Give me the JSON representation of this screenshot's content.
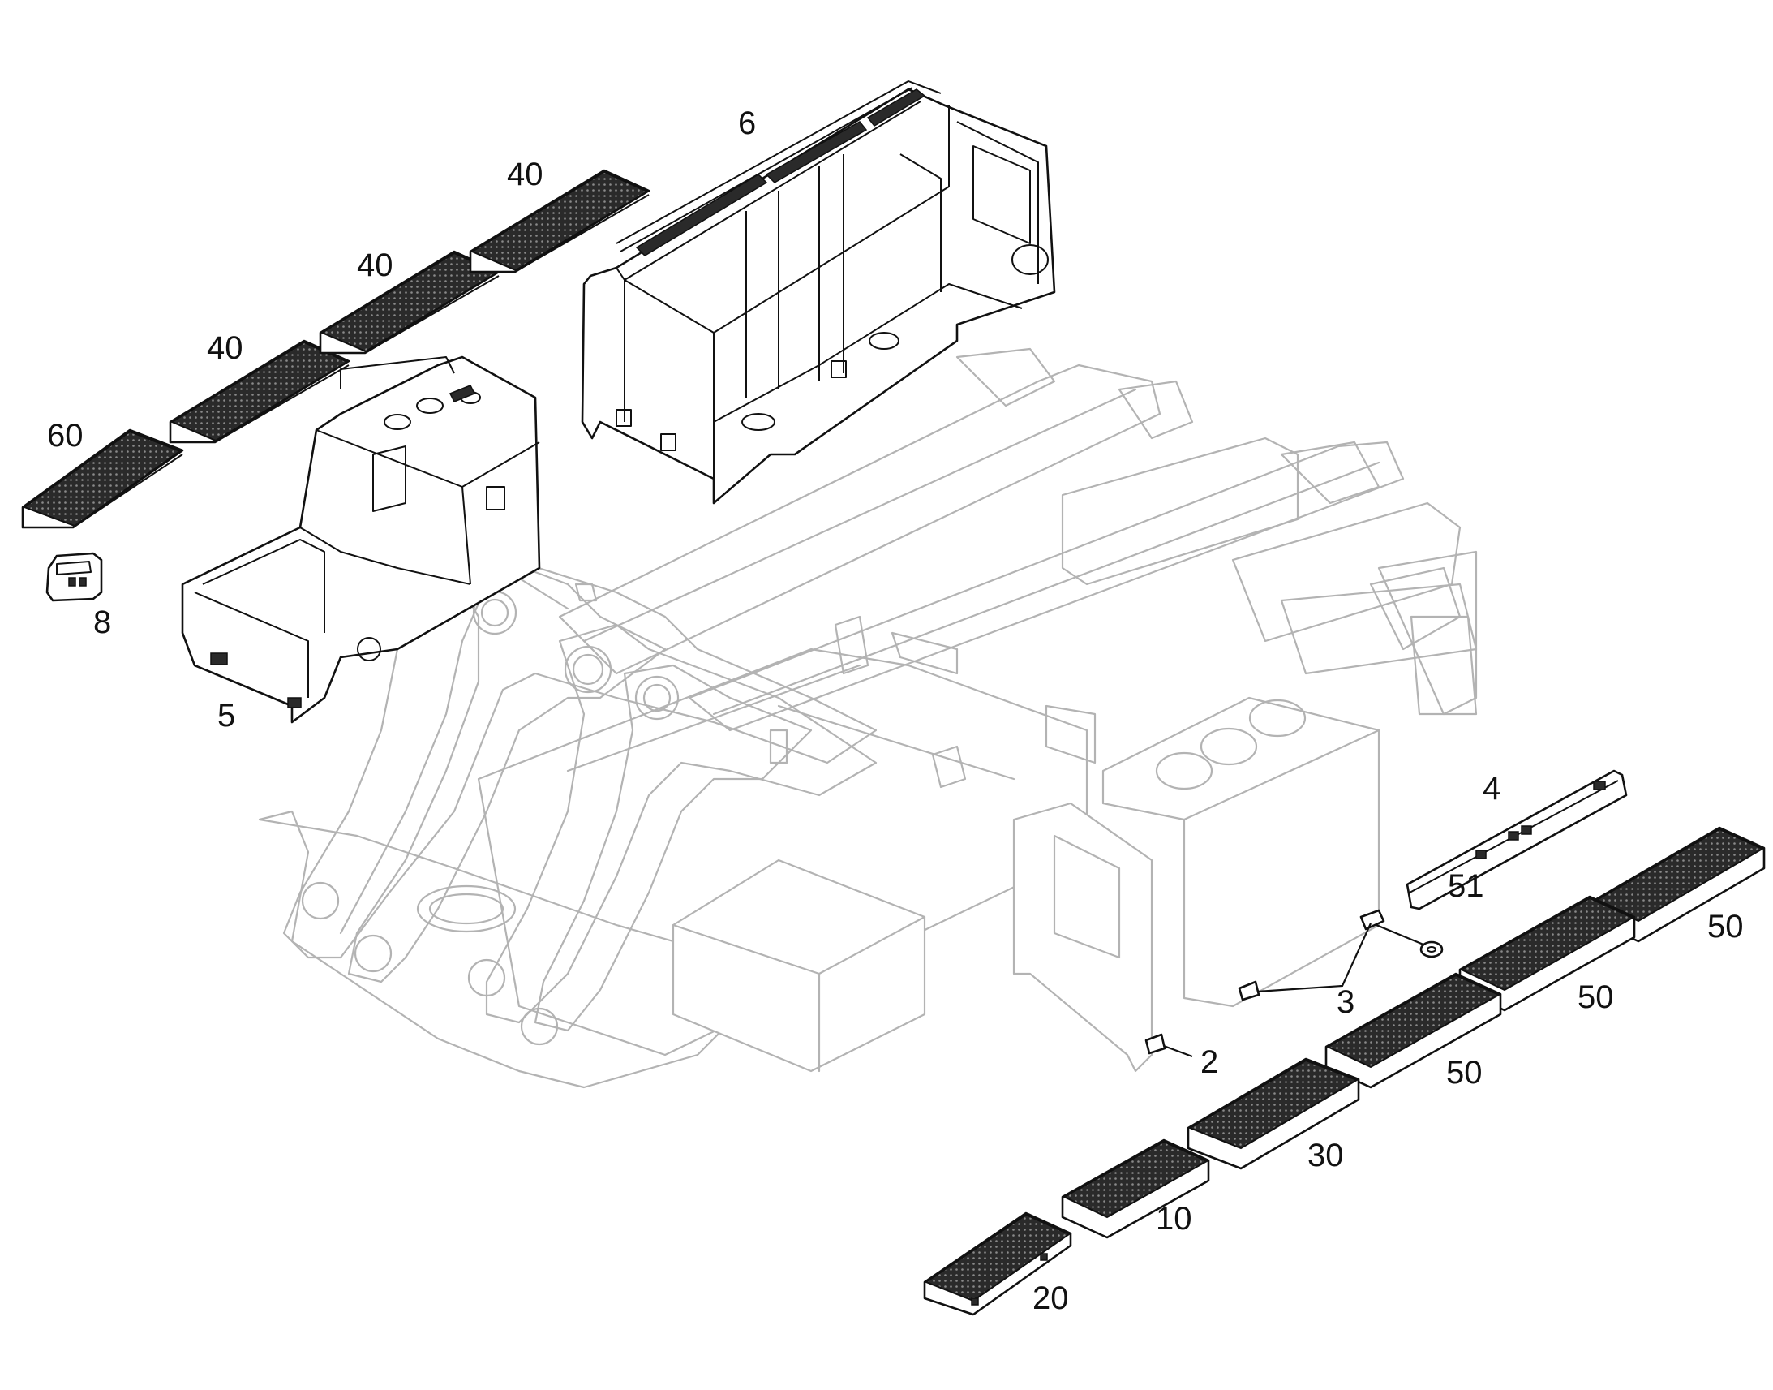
{
  "callouts": [
    {
      "id": "2",
      "label": "2"
    },
    {
      "id": "3",
      "label": "3"
    },
    {
      "id": "4",
      "label": "4"
    },
    {
      "id": "5",
      "label": "5"
    },
    {
      "id": "6",
      "label": "6"
    },
    {
      "id": "8",
      "label": "8"
    },
    {
      "id": "10",
      "label": "10"
    },
    {
      "id": "20",
      "label": "20"
    },
    {
      "id": "30",
      "label": "30"
    },
    {
      "id": "40a",
      "label": "40"
    },
    {
      "id": "40b",
      "label": "40"
    },
    {
      "id": "40c",
      "label": "40"
    },
    {
      "id": "50a",
      "label": "50"
    },
    {
      "id": "50b",
      "label": "50"
    },
    {
      "id": "50c",
      "label": "50"
    },
    {
      "id": "51",
      "label": "51"
    },
    {
      "id": "60",
      "label": "60"
    }
  ],
  "colors": {
    "highlighted_parts": "#111111",
    "background_assembly": "#b3b3b3",
    "step_tread": "#2a2a2a"
  }
}
